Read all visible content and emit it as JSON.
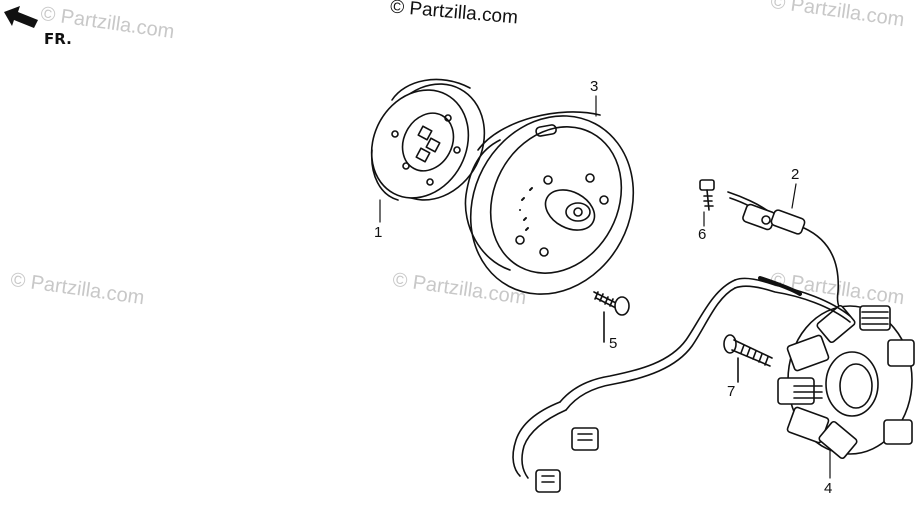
{
  "watermarks": {
    "top": "© Partzilla.com",
    "faint": "© Partzilla.com"
  },
  "orientation": {
    "label": "FR.",
    "icon": "arrow-forward-icon"
  },
  "callouts": [
    "1",
    "2",
    "3",
    "4",
    "5",
    "6",
    "7"
  ],
  "parts": [
    {
      "ref": "1",
      "icon": "starter-clutch-icon"
    },
    {
      "ref": "2",
      "icon": "pulse-generator-icon"
    },
    {
      "ref": "3",
      "icon": "flywheel-rotor-icon"
    },
    {
      "ref": "4",
      "icon": "stator-coil-icon"
    },
    {
      "ref": "5",
      "icon": "socket-bolt-icon"
    },
    {
      "ref": "6",
      "icon": "small-bolt-icon"
    },
    {
      "ref": "7",
      "icon": "flange-bolt-icon"
    }
  ]
}
